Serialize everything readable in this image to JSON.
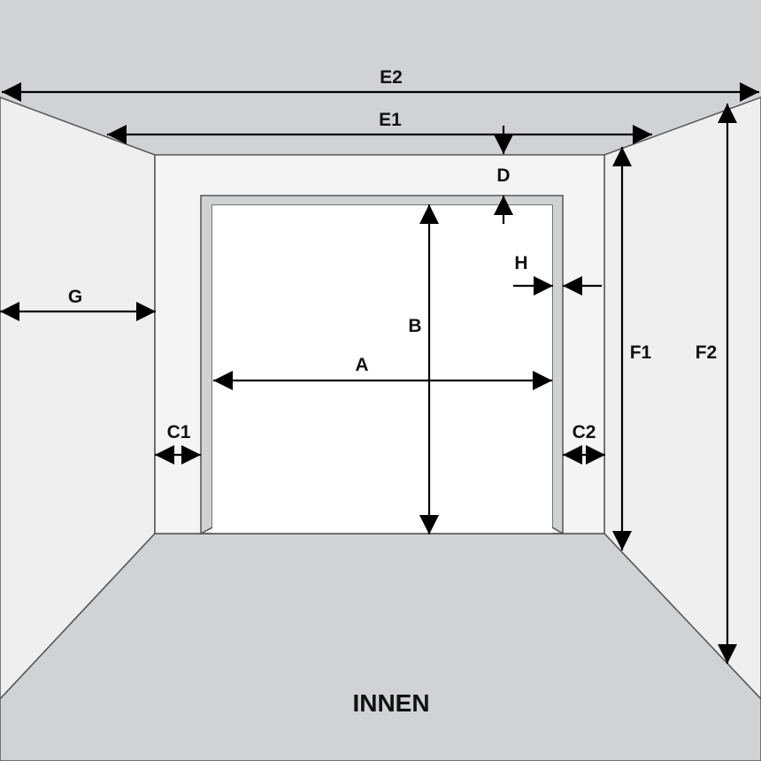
{
  "diagram": {
    "view": "garage-interior-front",
    "colors": {
      "ceiling": "#d1d2d4",
      "floor": "#d1d2d4",
      "side_wall": "#efefef",
      "back_wall": "#f4f4f4",
      "frame": "#d1d2d4",
      "opening": "#ffffff",
      "outline": "#555555",
      "arrow": "#000000"
    },
    "labels": {
      "width": "A",
      "height": "B",
      "left_side_clearance": "C1",
      "right_side_clearance": "C2",
      "lintel": "D",
      "inner_depth_top": "E1",
      "outer_depth_top": "E2",
      "room_height_inner": "F1",
      "room_height_outer": "F2",
      "side_wall_depth": "G",
      "frame_thickness": "H",
      "floor_caption": "INNEN"
    }
  }
}
